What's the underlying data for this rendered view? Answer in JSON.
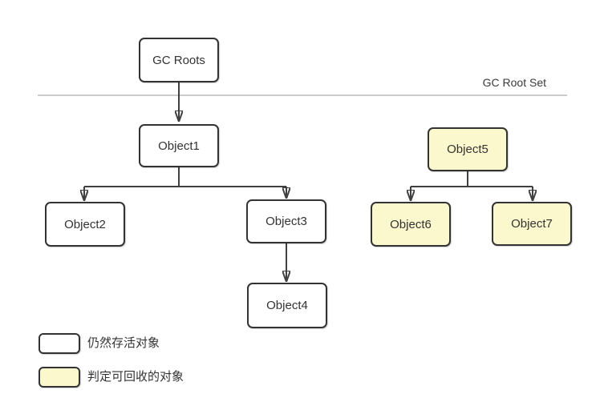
{
  "divider_label": "GC Root Set",
  "nodes": {
    "gc_roots": {
      "label": "GC Roots",
      "status": "alive"
    },
    "object1": {
      "label": "Object1",
      "status": "alive"
    },
    "object2": {
      "label": "Object2",
      "status": "alive"
    },
    "object3": {
      "label": "Object3",
      "status": "alive"
    },
    "object4": {
      "label": "Object4",
      "status": "alive"
    },
    "object5": {
      "label": "Object5",
      "status": "recyclable"
    },
    "object6": {
      "label": "Object6",
      "status": "recyclable"
    },
    "object7": {
      "label": "Object7",
      "status": "recyclable"
    }
  },
  "edges": [
    {
      "from": "gc_roots",
      "to": "object1"
    },
    {
      "from": "object1",
      "to": "object2"
    },
    {
      "from": "object1",
      "to": "object3"
    },
    {
      "from": "object3",
      "to": "object4"
    },
    {
      "from": "object5",
      "to": "object6"
    },
    {
      "from": "object5",
      "to": "object7"
    }
  ],
  "legend": [
    {
      "label": "仍然存活对象",
      "swatch": "alive"
    },
    {
      "label": "判定可回收的对象",
      "swatch": "recyclable"
    }
  ],
  "colors": {
    "alive_fill": "#ffffff",
    "recyclable_fill": "#fbf8cd",
    "border": "#333333",
    "connector": "#404040",
    "divider": "#999999",
    "text": "#333333"
  }
}
